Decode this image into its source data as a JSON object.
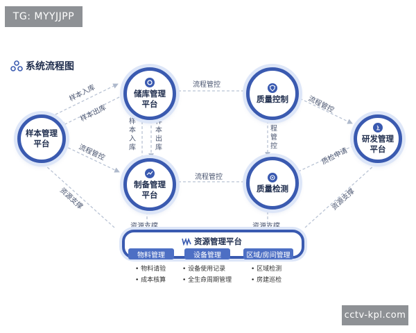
{
  "watermark_top": "TG: MYYJJPP",
  "watermark_bottom": "cctv-kpl.com",
  "title": "系统流程图",
  "nodes": {
    "storage": "储库管理\n平台",
    "quality_control": "质量控制",
    "sample": "样本管理\n平台",
    "rnd": "研发管理\n平台",
    "production": "制备管理\n平台",
    "quality_test": "质量检测"
  },
  "edges": {
    "sample_in_top": "样本入库",
    "sample_out_top": "样本出库",
    "flow_qc_storage": "流程管控",
    "flow_qc_rnd": "流程管控",
    "flow_sample_prod": "流程管控",
    "sample_in_vertical": "样本入库",
    "sample_out_vertical": "样本出库",
    "flow_qc_test_vertical": "流程管控",
    "flow_test_prod": "流程管控",
    "qc_apply": "质检申请",
    "res_left": "资源支撑",
    "res_right": "资源支撑",
    "res_prod": "资源支撑",
    "res_test": "资源支撑"
  },
  "resource_platform": {
    "title": "资源管理平台",
    "modules": [
      {
        "label": "物料管理",
        "items": [
          "物料请验",
          "成本核算"
        ]
      },
      {
        "label": "设备管理",
        "items": [
          "设备使用记录",
          "全生命周期管理"
        ]
      },
      {
        "label": "区域/房间管理",
        "items": [
          "区域检测",
          "房建巡检"
        ]
      }
    ]
  },
  "colors": {
    "primary": "#3a5ab0",
    "ring": "#dde6f8",
    "arrow": "#b9c3d4",
    "pill": "#4d6fc4"
  }
}
